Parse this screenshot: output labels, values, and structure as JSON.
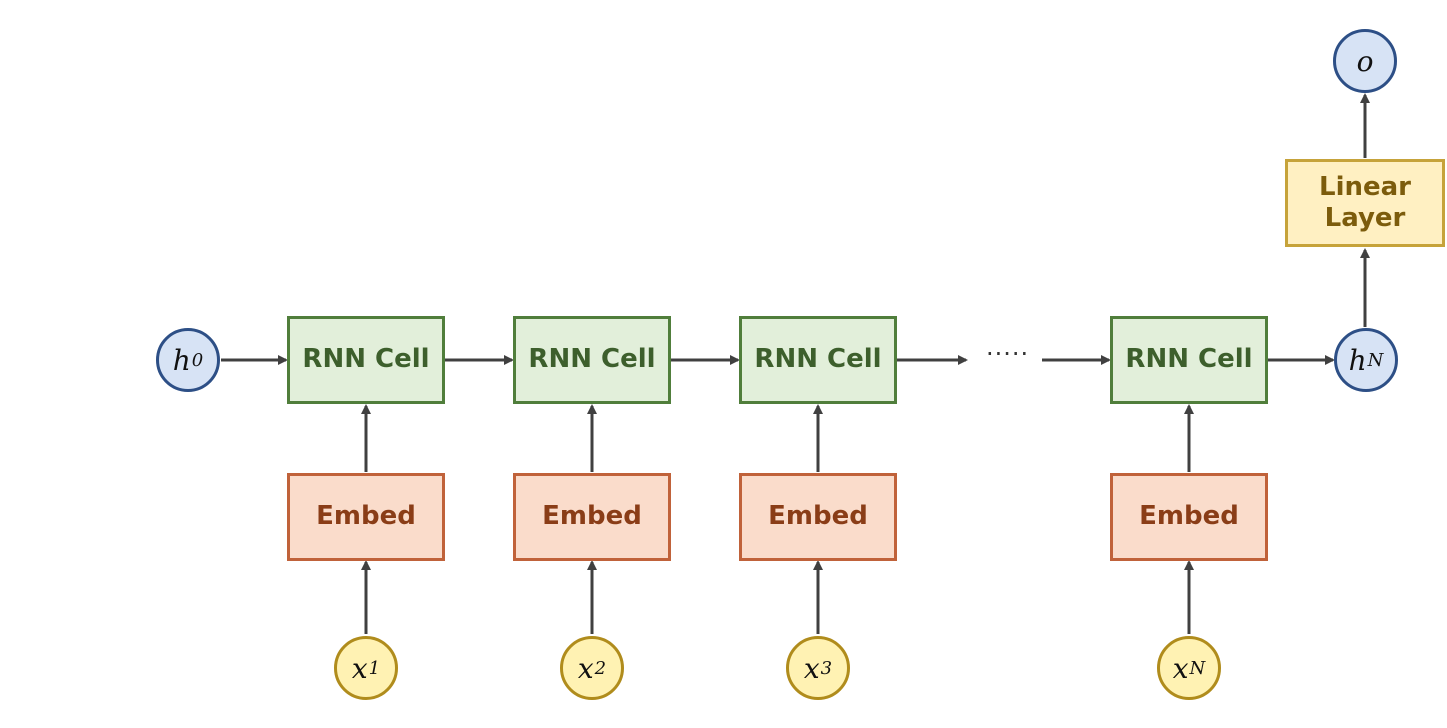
{
  "diagram": {
    "hidden_initial": {
      "symbol": "h",
      "subscript": "0"
    },
    "hidden_final": {
      "symbol": "h",
      "subscript": "N"
    },
    "output": {
      "symbol": "o"
    },
    "rnn_cell_label": "RNN Cell",
    "embed_label": "Embed",
    "linear_layer_label": "Linear\nLayer",
    "ellipsis": "·····",
    "inputs": [
      {
        "symbol": "x",
        "subscript": "1"
      },
      {
        "symbol": "x",
        "subscript": "2"
      },
      {
        "symbol": "x",
        "subscript": "3"
      },
      {
        "symbol": "x",
        "subscript": "N"
      }
    ]
  },
  "colors": {
    "rnn_fill": "#e2efda",
    "rnn_border": "#507e3b",
    "embed_fill": "#fadccb",
    "embed_border": "#c0623a",
    "linear_fill": "#fff0c2",
    "linear_border": "#c6a33a",
    "hidden_node_fill": "#d7e3f5",
    "input_node_fill": "#fff2b3",
    "arrow": "#404040"
  }
}
